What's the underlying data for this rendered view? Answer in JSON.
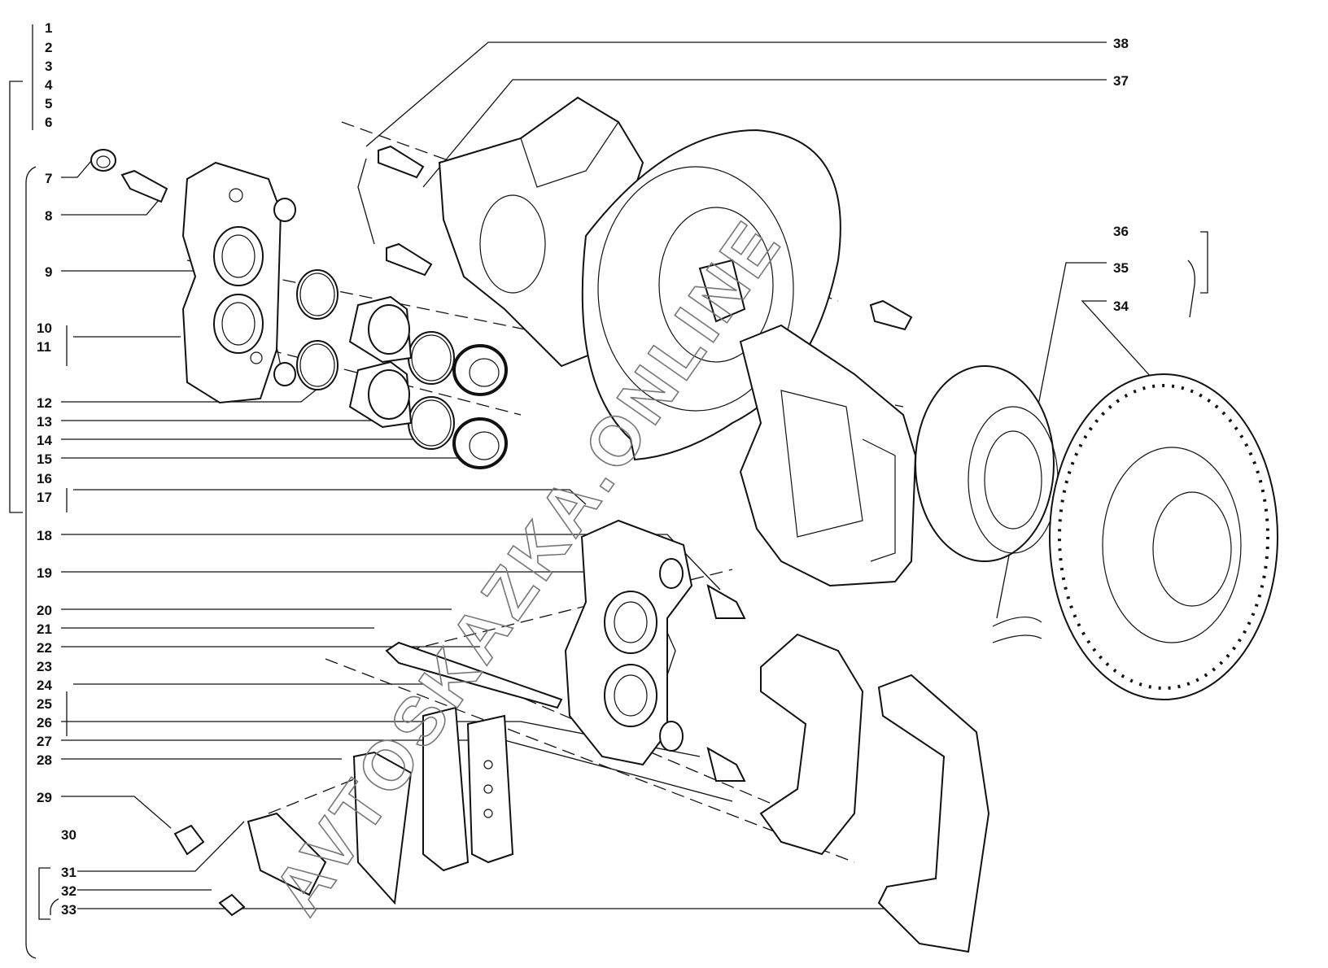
{
  "diagram": {
    "title": "Brake caliper exploded view",
    "watermark": "AVTOSKAZKA.ONLINE",
    "left_labels": [
      "1",
      "2",
      "3",
      "4",
      "5",
      "6",
      "7",
      "8",
      "9",
      "10",
      "11",
      "12",
      "13",
      "14",
      "15",
      "16",
      "17",
      "18",
      "19",
      "20",
      "21",
      "22",
      "23",
      "24",
      "25",
      "26",
      "27",
      "28",
      "29",
      "30",
      "31",
      "32",
      "33"
    ],
    "right_labels": [
      "34",
      "35",
      "36",
      "37",
      "38"
    ]
  }
}
